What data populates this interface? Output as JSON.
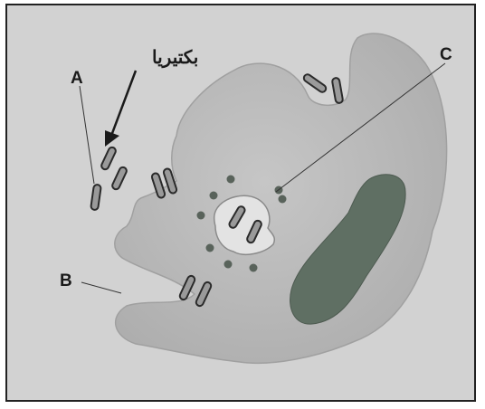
{
  "labels": {
    "a": "A",
    "b": "B",
    "c": "C",
    "bacteria": "بكتيريا"
  },
  "colors": {
    "background": "#d2d2d2",
    "cell": "#b9b9b9",
    "nucleus": "#5f6f63",
    "vacuole": "#e2e2e2",
    "granule": "#59635b",
    "bacterium_fill": "#9a9a9a",
    "bacterium_stroke": "#2a2a2a"
  }
}
